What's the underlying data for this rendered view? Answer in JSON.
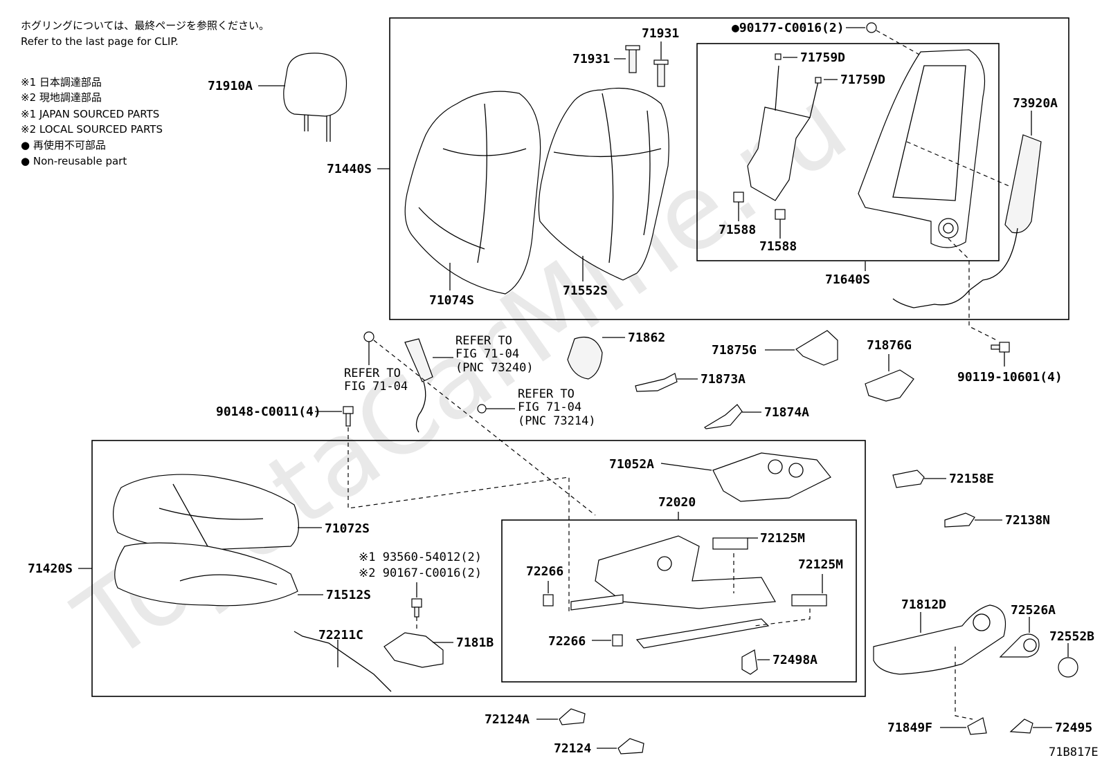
{
  "legend": {
    "clip_note_jp": "ホグリングについては、最終ページを参照ください。",
    "clip_note_en": "Refer to the last page for CLIP.",
    "mark1_jp": "※1 日本調達部品",
    "mark2_jp": "※2 現地調達部品",
    "mark1_en": "※1 JAPAN SOURCED PARTS",
    "mark2_en": "※2 LOCAL SOURCED PARTS",
    "nonreuse_jp": "● 再使用不可部品",
    "nonreuse_en": "● Non-reusable part"
  },
  "watermark": "ToyotaCarMine.ru",
  "diagram_id": "71B817E",
  "labels": {
    "p71910A": "71910A",
    "p71440S": "71440S",
    "p71074S": "71074S",
    "p71931a": "71931",
    "p71931b": "71931",
    "p71552S": "71552S",
    "p90177": "●90177-C0016(2)",
    "p71759Da": "71759D",
    "p71759Db": "71759D",
    "p71588a": "71588",
    "p71588b": "71588",
    "p71640S": "71640S",
    "p73920A": "73920A",
    "p90119": "90119-10601(4)",
    "p71862": "71862",
    "p71875G": "71875G",
    "p71876G": "71876G",
    "p71873A": "71873A",
    "p71874A": "71874A",
    "ref1_l1": "REFER TO",
    "ref1_l2": "FIG 71-04",
    "ref1_l3": "(PNC 73240)",
    "ref2_l1": "REFER TO",
    "ref2_l2": "FIG 71-04",
    "ref3_l1": "REFER TO",
    "ref3_l2": "FIG 71-04",
    "ref3_l3": "(PNC 73214)",
    "p90148": "90148-C0011(4)",
    "p71052A": "71052A",
    "p72020": "72020",
    "p72125Ma": "72125M",
    "p72125Mb": "72125M",
    "p72266a": "72266",
    "p72266b": "72266",
    "p72498A": "72498A",
    "p71072S": "71072S",
    "p71420S": "71420S",
    "p71512S": "71512S",
    "p93560": "※1 93560-54012(2)",
    "p90167": "※2 90167-C0016(2)",
    "p72211C": "72211C",
    "p7181B": "7181B",
    "p72158E": "72158E",
    "p72138N": "72138N",
    "p71812D": "71812D",
    "p72526A": "72526A",
    "p72552B": "72552B",
    "p71849F": "71849F",
    "p72495": "72495",
    "p72124A": "72124A",
    "p72124": "72124"
  }
}
